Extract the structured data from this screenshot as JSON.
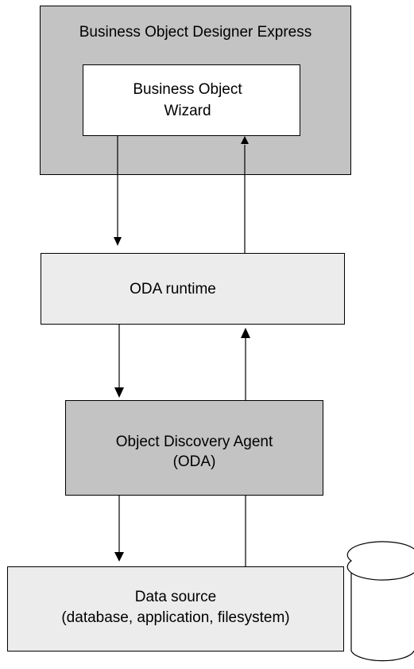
{
  "diagram": {
    "designer": {
      "title": "Business Object Designer Express"
    },
    "wizard": {
      "line1": "Business Object",
      "line2": "Wizard"
    },
    "runtime": {
      "label": "ODA runtime"
    },
    "agent": {
      "line1": "Object Discovery Agent",
      "line2": "(ODA)"
    },
    "datasource": {
      "line1": "Data source",
      "line2": "(database, application, filesystem)"
    },
    "colors": {
      "dark_fill": "#c3c3c3",
      "light_fill": "#ececec",
      "white_fill": "#ffffff",
      "stroke": "#000000"
    }
  }
}
